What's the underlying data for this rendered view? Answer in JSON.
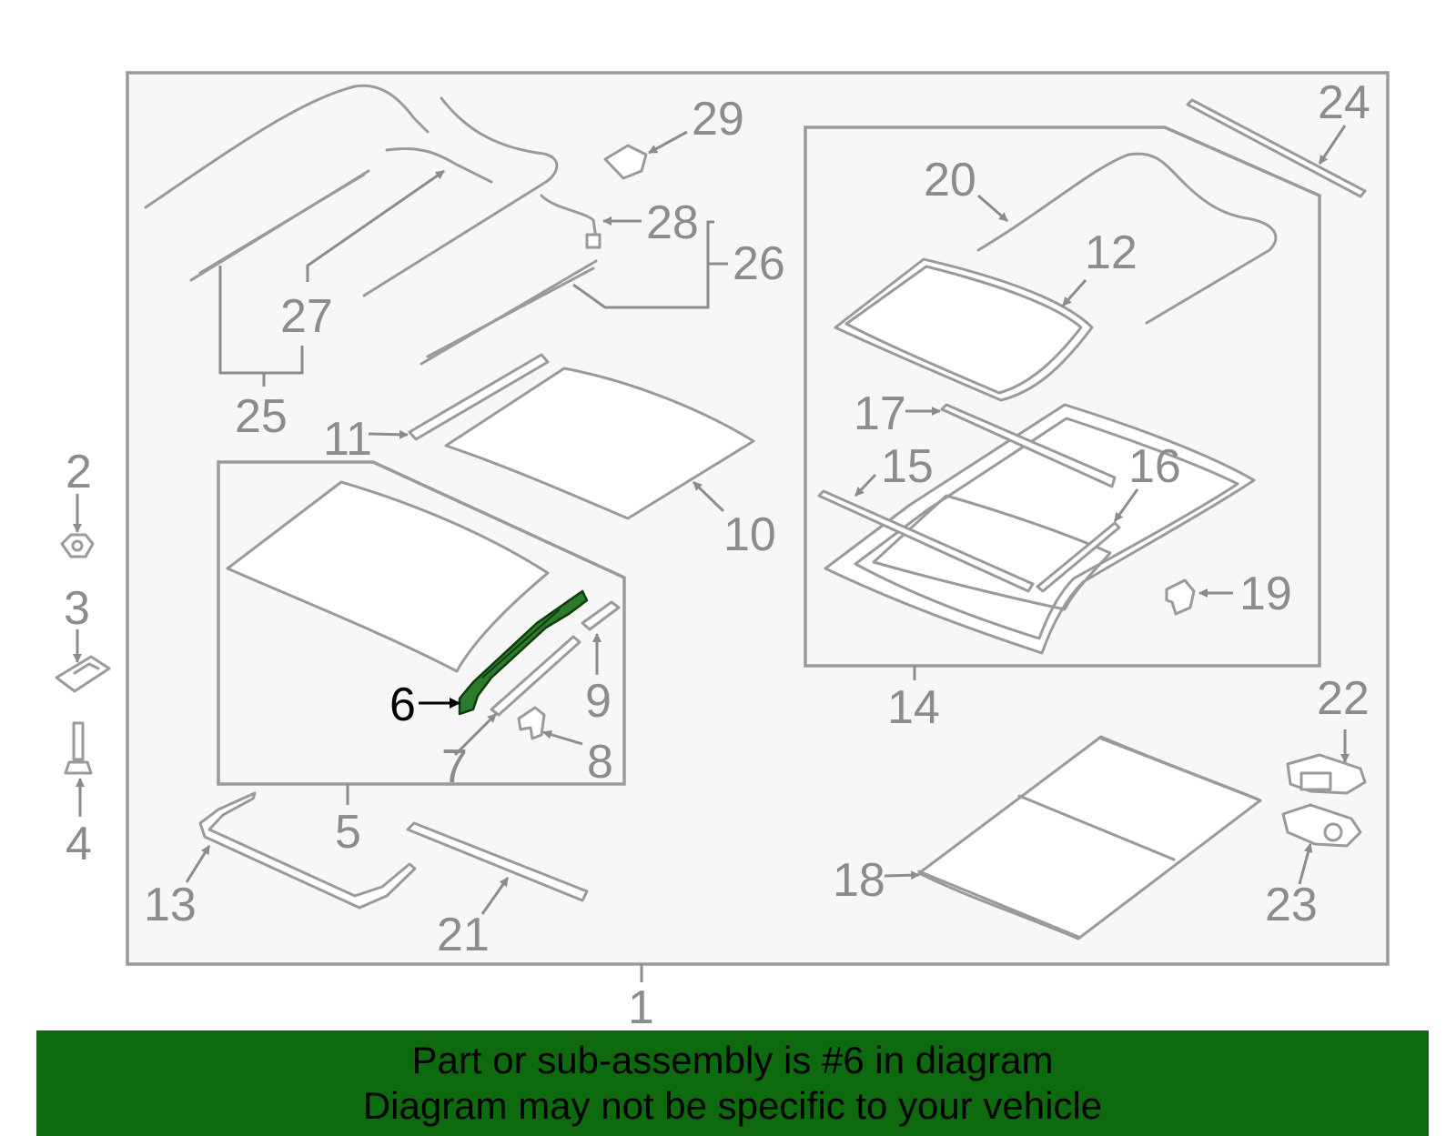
{
  "highlighted_part": "6",
  "colors": {
    "background": "#f7f7f7",
    "line": "#9a9a9a",
    "label": "#8c8c8c",
    "highlight": "#1f6e1f",
    "banner": "#0e6a0e"
  },
  "labels": {
    "l1": "1",
    "l2": "2",
    "l3": "3",
    "l4": "4",
    "l5": "5",
    "l6": "6",
    "l7": "7",
    "l8": "8",
    "l9": "9",
    "l10": "10",
    "l11": "11",
    "l12": "12",
    "l13": "13",
    "l14": "14",
    "l15": "15",
    "l16": "16",
    "l17": "17",
    "l18": "18",
    "l19": "19",
    "l20": "20",
    "l21": "21",
    "l22": "22",
    "l23": "23",
    "l24": "24",
    "l25": "25",
    "l26": "26",
    "l27": "27",
    "l28": "28",
    "l29": "29"
  },
  "banner": {
    "line1": "Part or sub-assembly is #6 in diagram",
    "line2": "Diagram may not be specific to your vehicle"
  }
}
